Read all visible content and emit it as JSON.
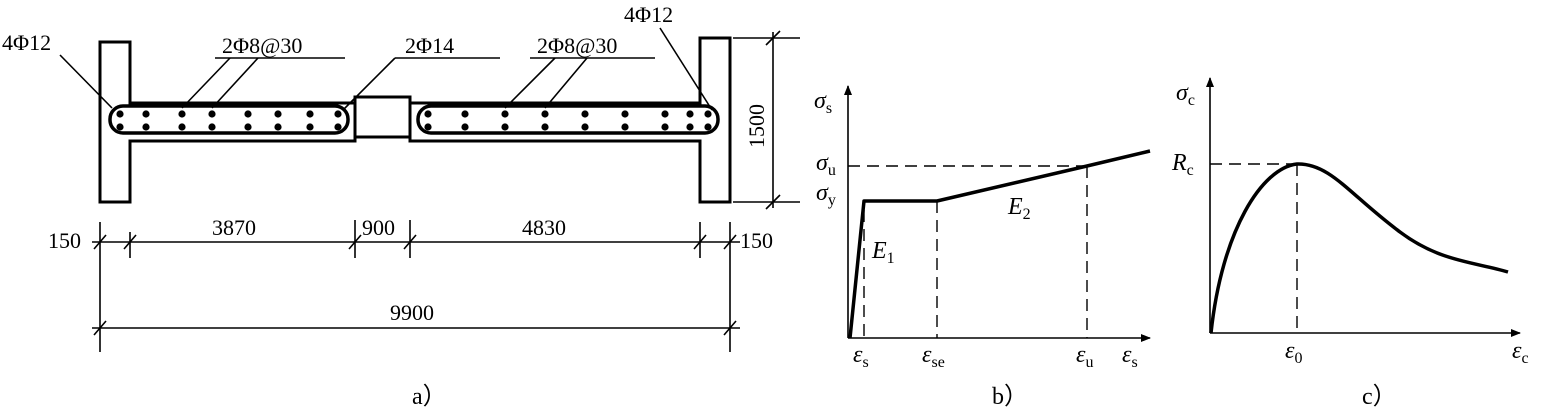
{
  "figure_a": {
    "rebar_left_end": "4Φ12",
    "rebar_left_dist": "2Φ8@30",
    "rebar_coupling": "2Φ14",
    "rebar_right_dist": "2Φ8@30",
    "rebar_right_end": "4Φ12",
    "height_dim": "1500",
    "dims": [
      "150",
      "3870",
      "900",
      "4830",
      "150"
    ],
    "total_dim": "9900",
    "caption": "a）"
  },
  "figure_b": {
    "y_axis": {
      "sym": "σ",
      "sub": "s"
    },
    "x_axis": {
      "sym": "ε",
      "sub": "s"
    },
    "sigma_u": {
      "sym": "σ",
      "sub": "u"
    },
    "sigma_y": {
      "sym": "σ",
      "sub": "y"
    },
    "E1": {
      "sym": "E",
      "sub": "1"
    },
    "E2": {
      "sym": "E",
      "sub": "2"
    },
    "eps_s": {
      "sym": "ε",
      "sub": "s"
    },
    "eps_se": {
      "sym": "ε",
      "sub": "se"
    },
    "eps_u": {
      "sym": "ε",
      "sub": "u"
    },
    "caption": "b）"
  },
  "figure_c": {
    "y_axis": {
      "sym": "σ",
      "sub": "c"
    },
    "x_axis": {
      "sym": "ε",
      "sub": "c"
    },
    "Rc": {
      "sym": "R",
      "sub": "c"
    },
    "eps_0": {
      "sym": "ε",
      "sub": "0"
    },
    "caption": "c）"
  }
}
